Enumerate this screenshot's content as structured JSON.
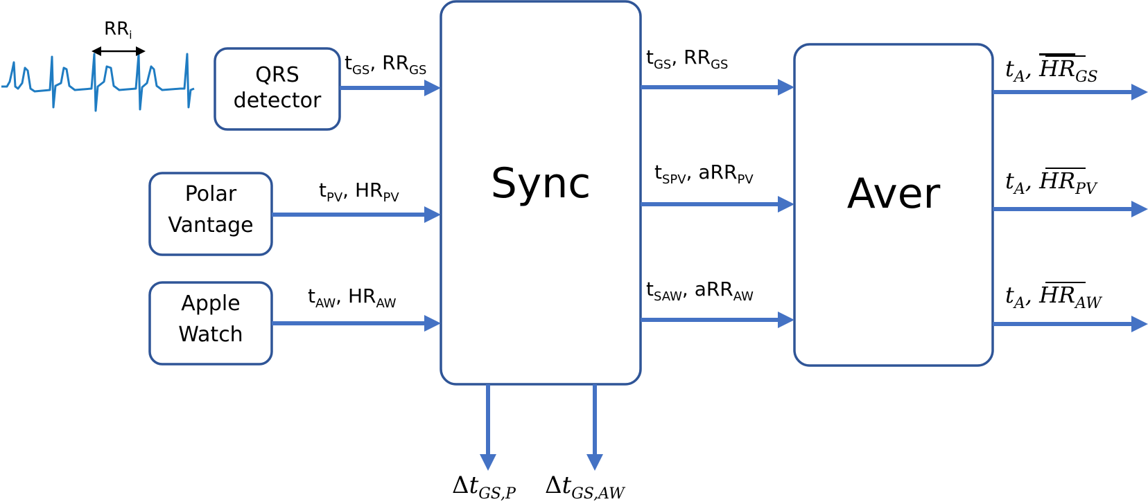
{
  "ecg": {
    "rr_label": "RR",
    "rr_sub": "i"
  },
  "qrs": {
    "line1": "QRS",
    "line2": "detector"
  },
  "polar": {
    "line1": "Polar",
    "line2": "Vantage"
  },
  "apple": {
    "line1": "Apple",
    "line2": "Watch"
  },
  "sync": {
    "title": "Sync"
  },
  "aver": {
    "title": "Aver"
  },
  "in_labels": {
    "gs": {
      "t": "t",
      "t_sub": "GS",
      "v": "RR",
      "v_sub": "GS"
    },
    "pv": {
      "t": "t",
      "t_sub": "PV",
      "v": "HR",
      "v_sub": "PV"
    },
    "aw": {
      "t": "t",
      "t_sub": "AW",
      "v": "HR",
      "v_sub": "AW"
    }
  },
  "mid_labels": {
    "gs": {
      "t": "t",
      "t_sub": "GS",
      "v": "RR",
      "v_sub": "GS"
    },
    "pv": {
      "t": "t",
      "t_sub": "SPV",
      "v": "aRR",
      "v_sub": "PV"
    },
    "aw": {
      "t": "t",
      "t_sub": "SAW",
      "v": "aRR",
      "v_sub": "AW"
    }
  },
  "out_labels": {
    "gs": {
      "t": "t",
      "t_sub": "A",
      "v": "HR",
      "v_sub": "GS"
    },
    "pv": {
      "t": "t",
      "t_sub": "A",
      "v": "HR",
      "v_sub": "PV"
    },
    "aw": {
      "t": "t",
      "t_sub": "A",
      "v": "HR",
      "v_sub": "AW"
    }
  },
  "delay_outputs": {
    "p": {
      "prefix": "Δ",
      "t": "t",
      "sub": "GS,P"
    },
    "aw": {
      "prefix": "Δ",
      "t": "t",
      "sub": "GS,AW"
    }
  },
  "colors": {
    "arrow": "#4472C4",
    "box_border": "#2F5597",
    "ecg": "#1F7CC2"
  }
}
